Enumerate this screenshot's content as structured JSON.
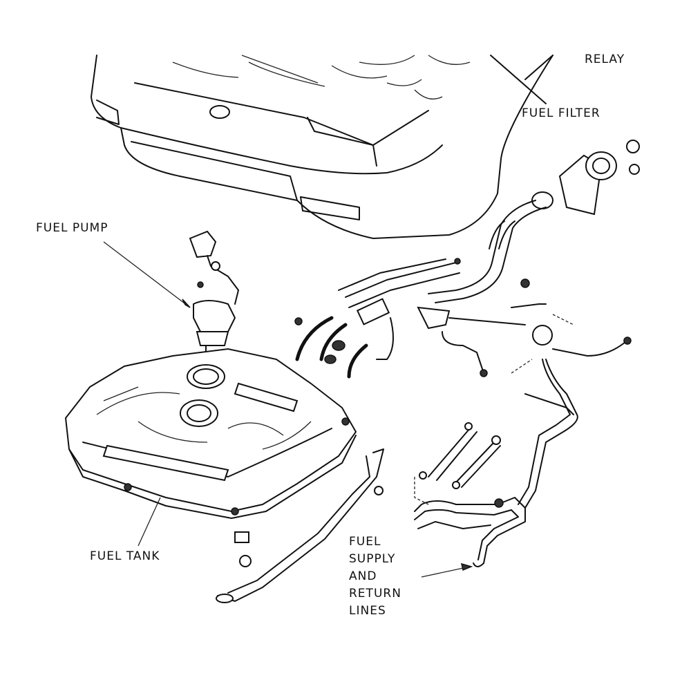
{
  "diagram": {
    "labels": {
      "relay": "RELAY",
      "fuel_filter": "FUEL FILTER",
      "fuel_pump": "FUEL PUMP",
      "fuel_tank": "FUEL TANK",
      "fuel_lines": [
        "FUEL",
        "SUPPLY",
        "AND",
        "RETURN",
        "LINES"
      ]
    }
  }
}
